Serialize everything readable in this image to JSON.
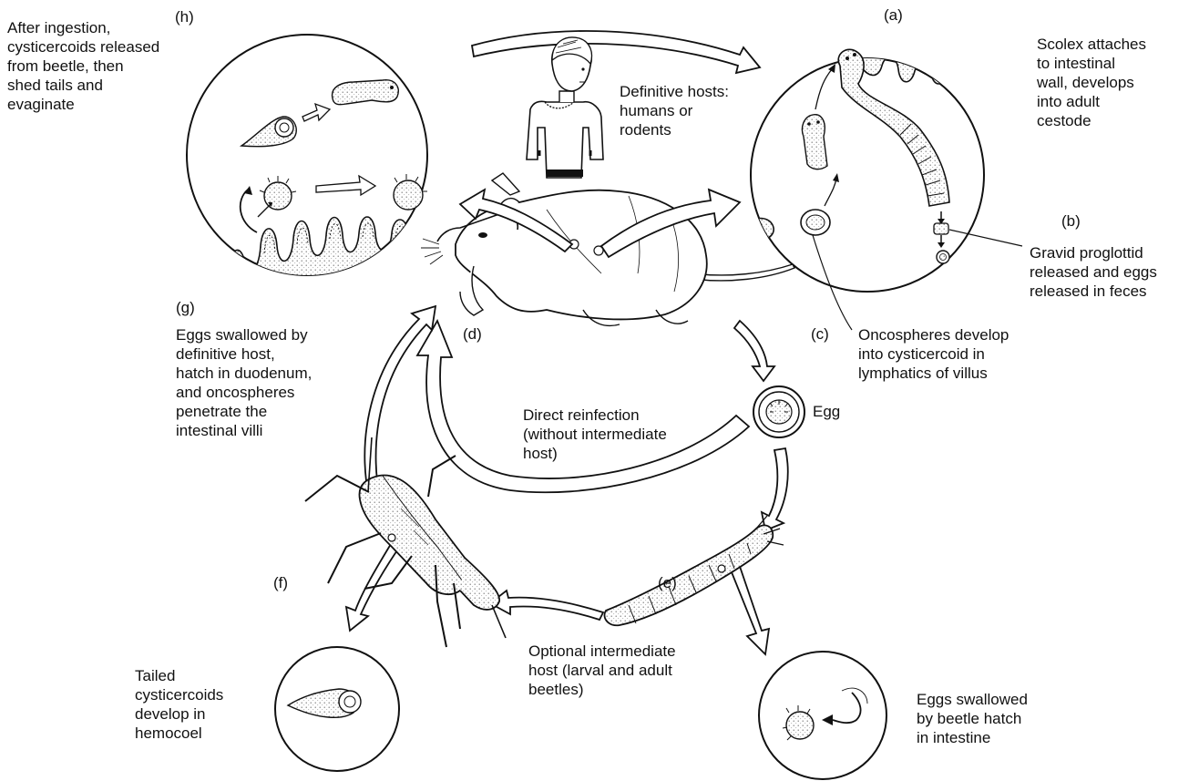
{
  "labels": {
    "h_letter": "(h)",
    "h_text": "After ingestion,\ncysticercoids released\nfrom beetle, then\nshed tails and\nevaginate",
    "definitive_hosts": "Definitive hosts:\nhumans or\nrodents",
    "a_letter": "(a)",
    "a_text": "Scolex attaches\nto intestinal\nwall, develops\ninto adult\ncestode",
    "b_letter": "(b)",
    "b_text": "Gravid proglottid\nreleased and eggs\nreleased in feces",
    "c_letter": "(c)",
    "c_text": "Oncospheres develop\ninto cysticercoid in\nlymphatics of villus",
    "g_letter": "(g)",
    "g_text": "Eggs swallowed by\ndefinitive host,\nhatch in duodenum,\nand oncospheres\npenetrate the\nintestinal villi",
    "d_letter": "(d)",
    "direct_reinfection": "Direct reinfection\n(without intermediate\nhost)",
    "egg": "Egg",
    "f_letter": "(f)",
    "e_letter": "(e)",
    "intermediate_host": "Optional intermediate\nhost (larval and adult\nbeetles)",
    "tailed_text": "Tailed\ncysticercoids\ndevelop in\nhemocoel",
    "eggs_beetle_text": "Eggs swallowed\nby beetle hatch\nin intestine"
  },
  "colors": {
    "ink": "#111111",
    "stipple": "#cfcfcf",
    "paper": "#ffffff"
  }
}
